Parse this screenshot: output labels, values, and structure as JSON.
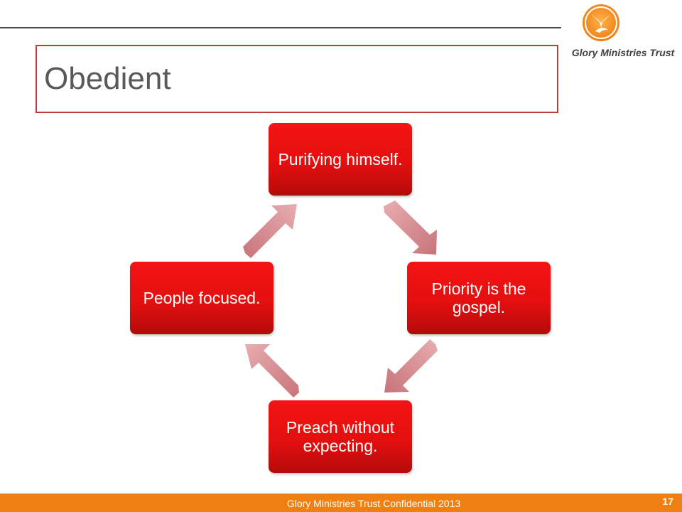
{
  "slide": {
    "title": "Obedient"
  },
  "brand": {
    "name": "Glory Ministries Trust",
    "logo_icon": "dove-icon",
    "accent_color": "#f07f12"
  },
  "cycle": {
    "nodes": [
      {
        "label": "Purifying himself."
      },
      {
        "label": "Priority is the gospel."
      },
      {
        "label": "Preach without expecting."
      },
      {
        "label": "People focused."
      }
    ],
    "node_color": "#e40f0f",
    "arrow_color": "#d98f94"
  },
  "footer": {
    "text": "Glory Ministries Trust Confidential 2013",
    "page_number": "17"
  }
}
